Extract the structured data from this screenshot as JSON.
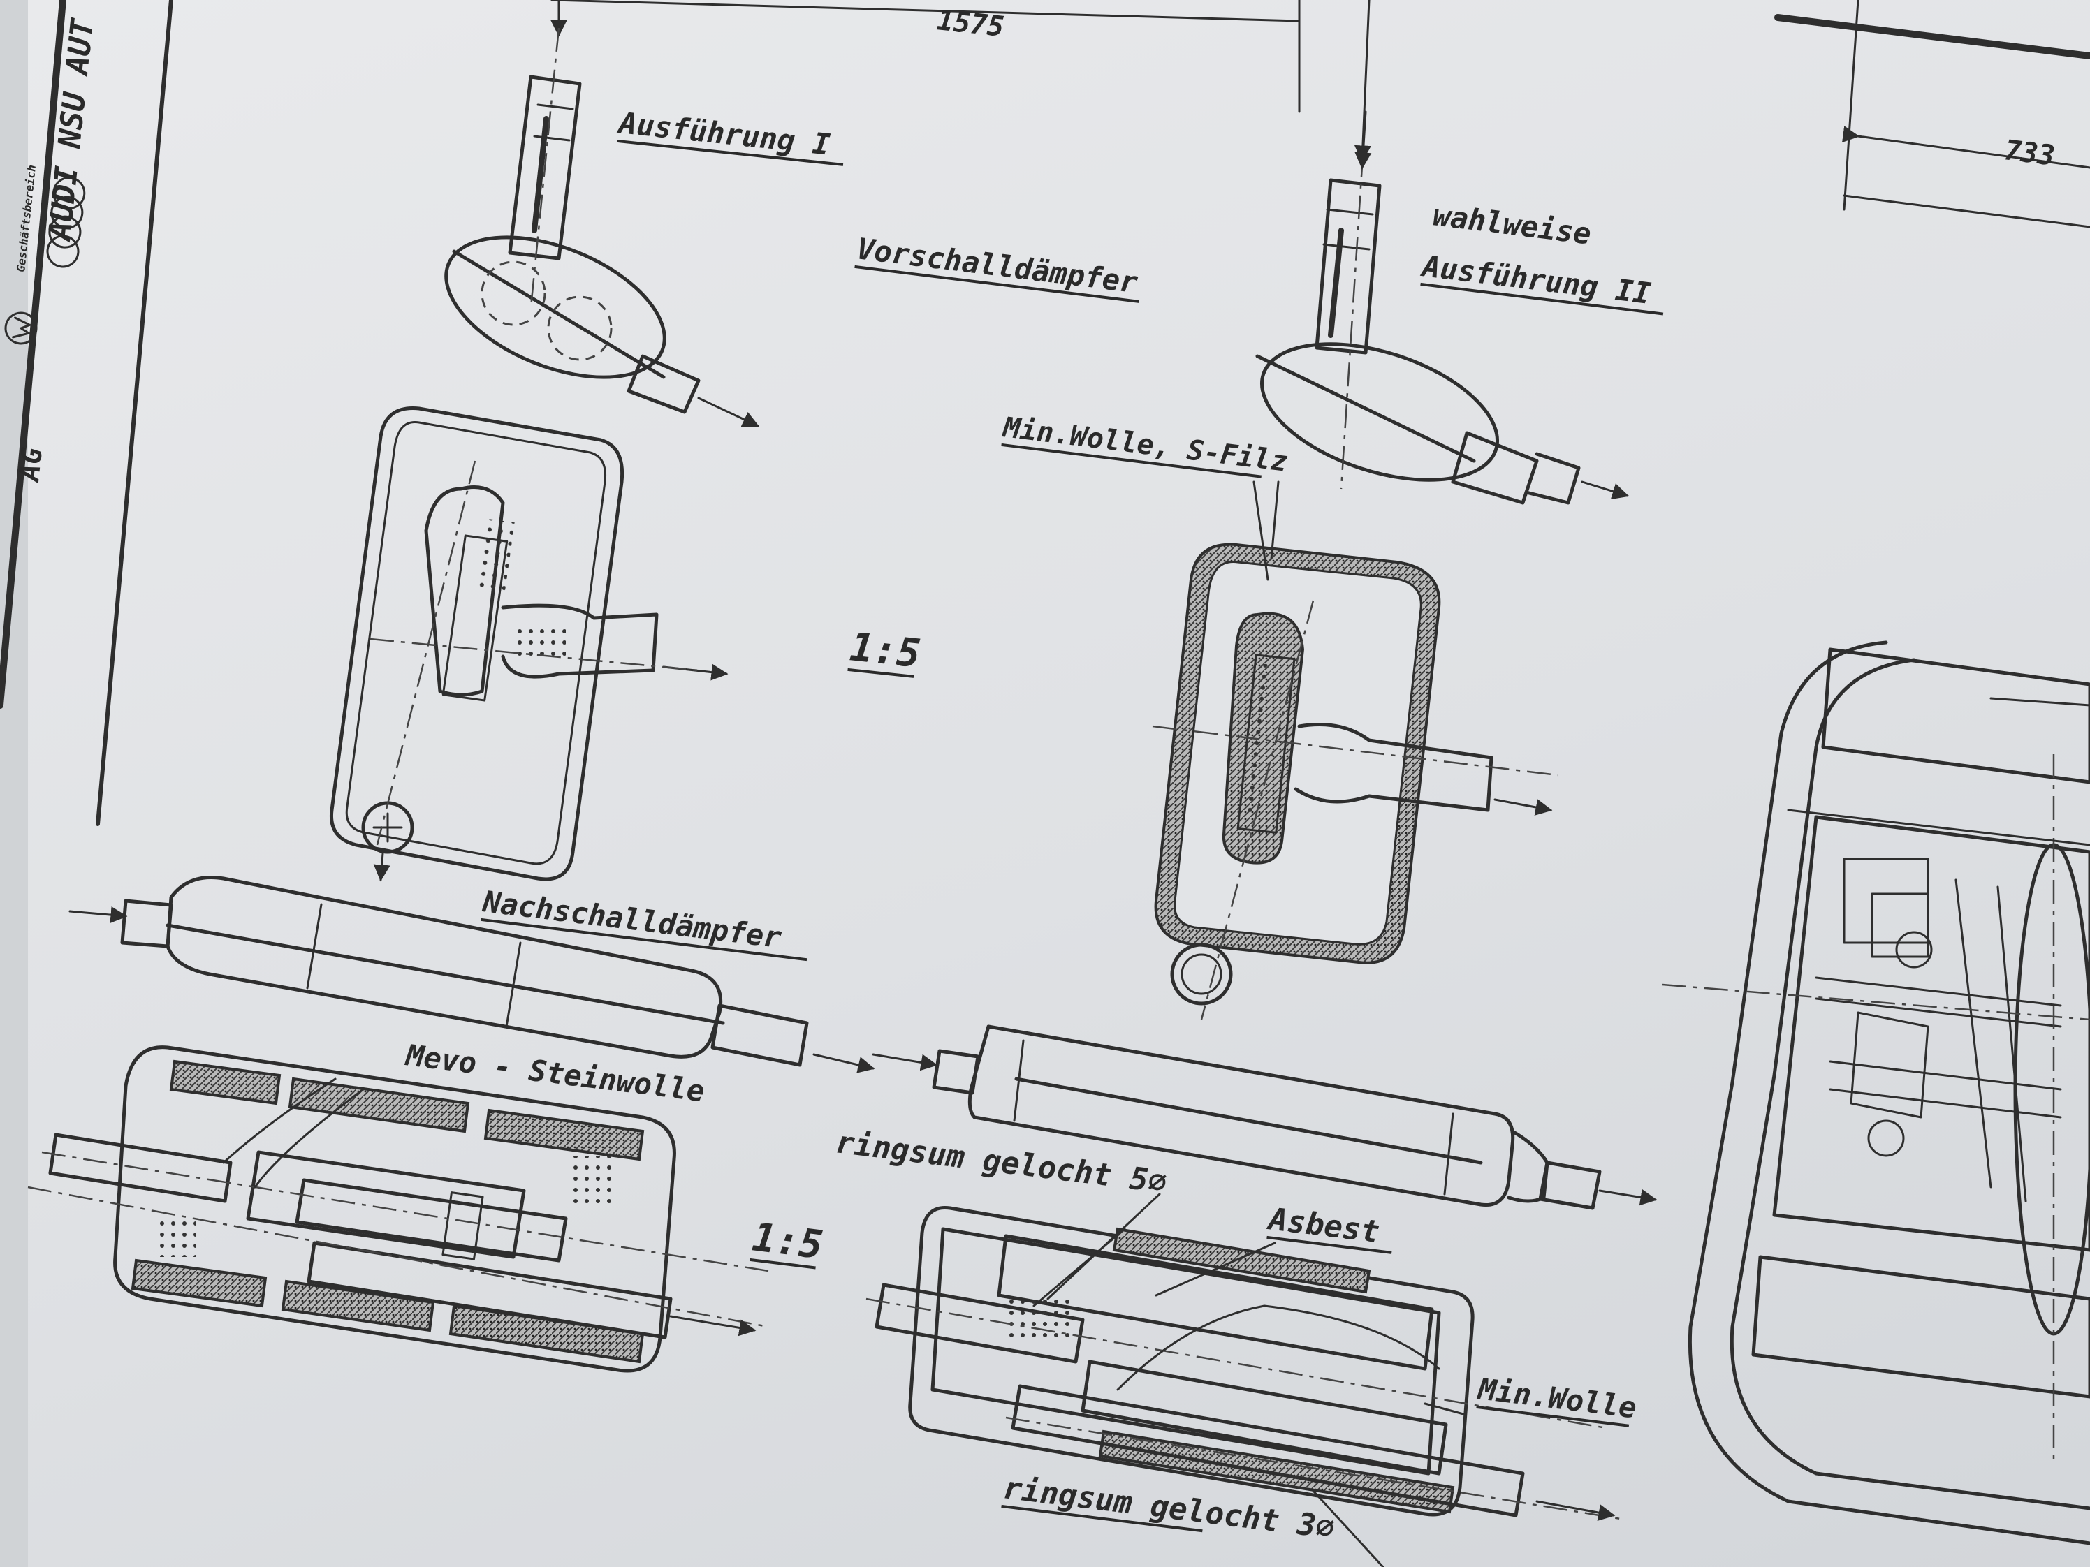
{
  "title_block": {
    "brand_text": "AUDI NSU AUT",
    "company_fragment": "AG",
    "small_text": "Geschäftsbereich"
  },
  "dimensions": {
    "overall_length": "1575",
    "rear_dim": "733"
  },
  "labels": {
    "ausfuehrung_1": "Ausführung I",
    "vorschalldaempfer": "Vorschalldämpfer",
    "wahlweise": "wahlweise",
    "ausfuehrung_2": "Ausführung II",
    "min_wolle_s_filz": "Min.Wolle, S-Filz",
    "scale_upper": "1:5",
    "nachschalldaempfer": "Nachschalldämpfer",
    "mevo_steinwolle": "Mevo - Steinwolle",
    "scale_lower": "1:5",
    "ringsum_gelocht_5": "ringsum gelocht 5⌀",
    "asbest": "Asbest",
    "min_wolle": "Min.Wolle",
    "ringsum_gelocht_3": "ringsum gelocht 3⌀"
  },
  "colors": {
    "paper": "#e4e6e9",
    "ink": "#2e2e2e"
  }
}
